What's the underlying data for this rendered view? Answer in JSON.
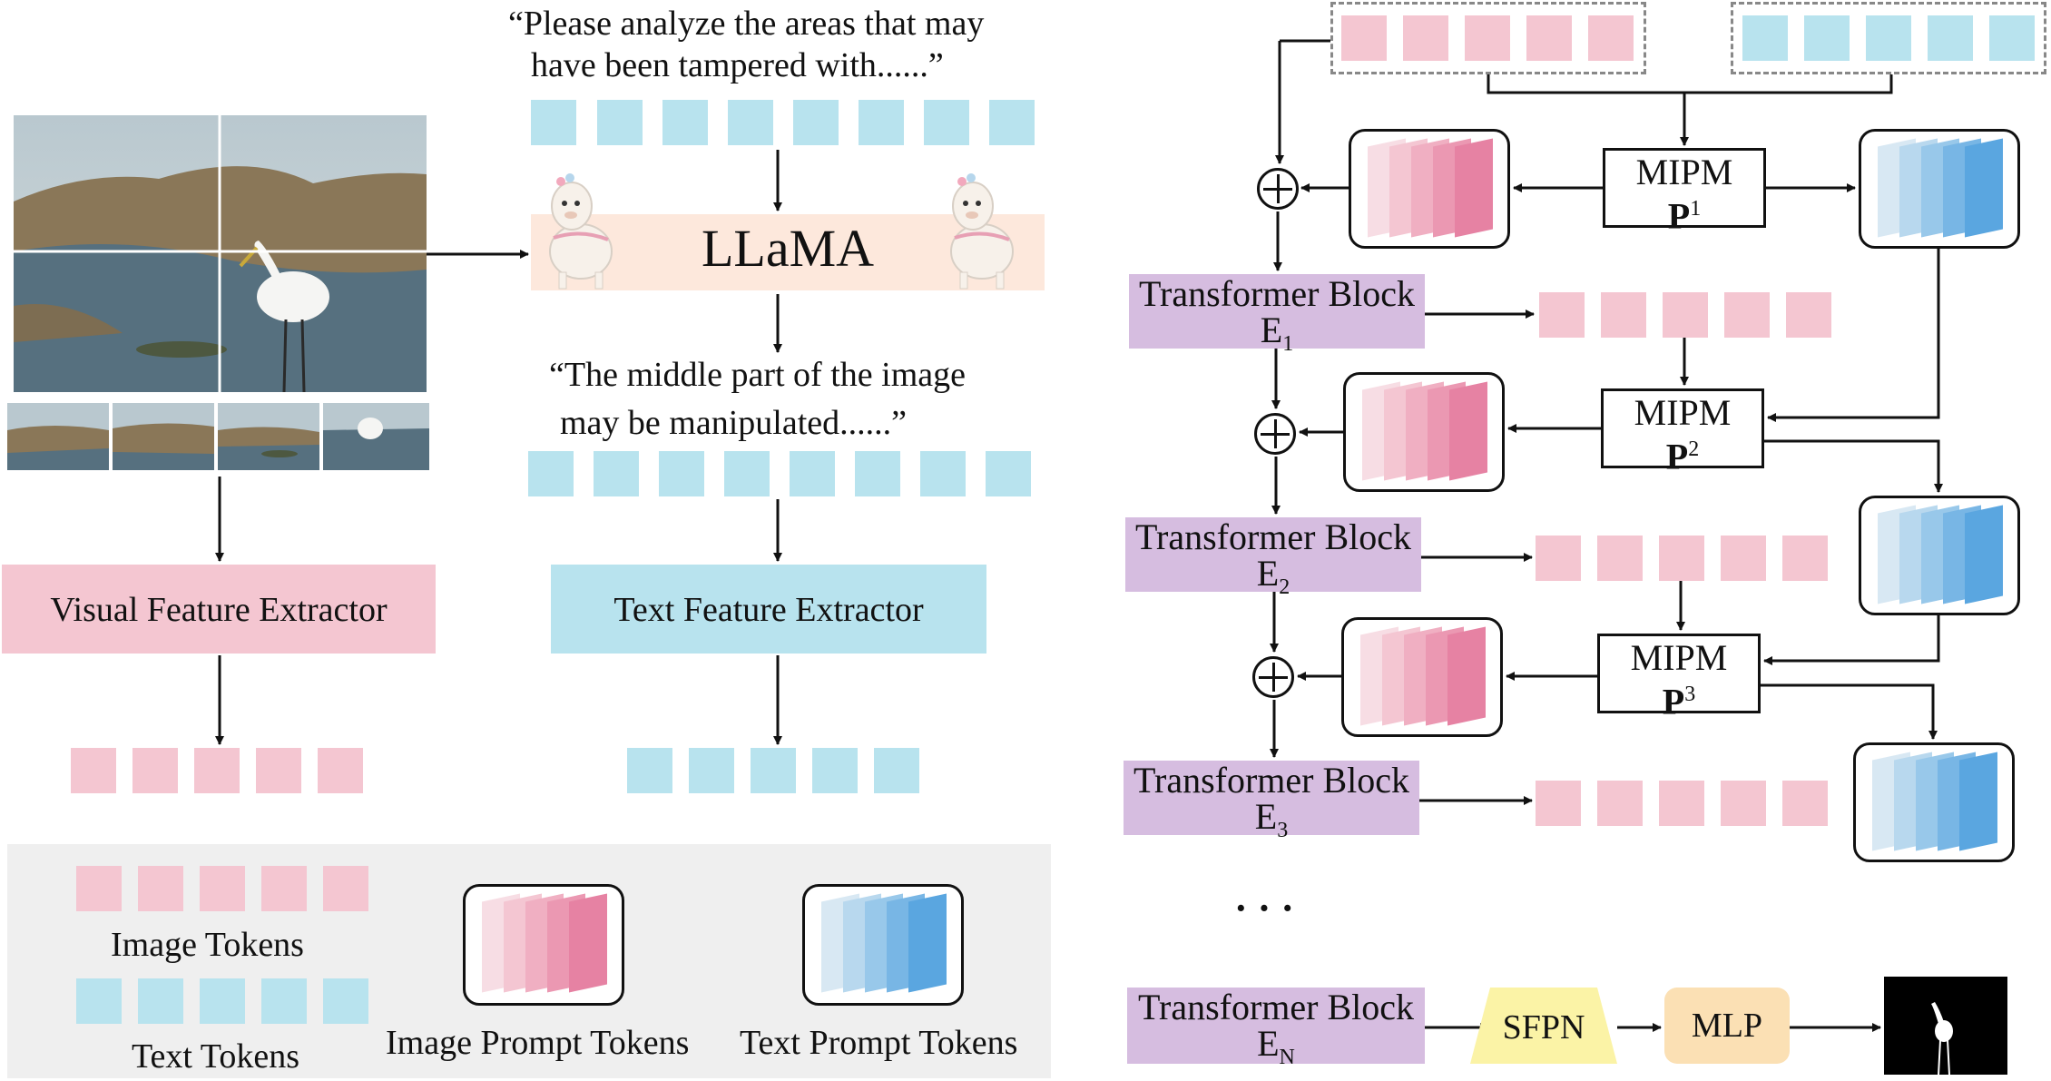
{
  "left": {
    "prompt_text_line1": "“Please analyze the areas that may",
    "prompt_text_line2": "have been tampered with......”",
    "llm_label": "LLaMA",
    "response_text_line1": "“The middle part of the image",
    "response_text_line2": "may be manipulated......”",
    "visual_extractor_label": "Visual Feature Extractor",
    "text_extractor_label": "Text Feature Extractor"
  },
  "legend": {
    "image_tokens_label": "Image Tokens",
    "text_tokens_label": "Text Tokens",
    "image_prompt_tokens_label": "Image Prompt Tokens",
    "text_prompt_tokens_label": "Text Prompt Tokens"
  },
  "right": {
    "mipm_label": "MIPM",
    "mipm_symbol": "P",
    "mipm_indices": [
      "1",
      "2",
      "3"
    ],
    "transformer_block_label": "Transformer Block",
    "encoder_symbol": "E",
    "encoder_indices": [
      "1",
      "2",
      "3",
      "N"
    ],
    "ellipsis": "· · ·",
    "sfpn_label": "SFPN",
    "mlp_label": "MLP"
  },
  "colors": {
    "image_token": "#f4c6d1",
    "text_token": "#b8e3ee",
    "transformer_block": "#d6bde0",
    "sfpn": "#fbf3a6",
    "mlp": "#fbe0b4",
    "llm_bar": "#fde8dc",
    "legend_bg": "#efefef"
  },
  "icons": [
    "llama-icon",
    "plus-circle-icon",
    "egret-photo",
    "mask-output"
  ]
}
